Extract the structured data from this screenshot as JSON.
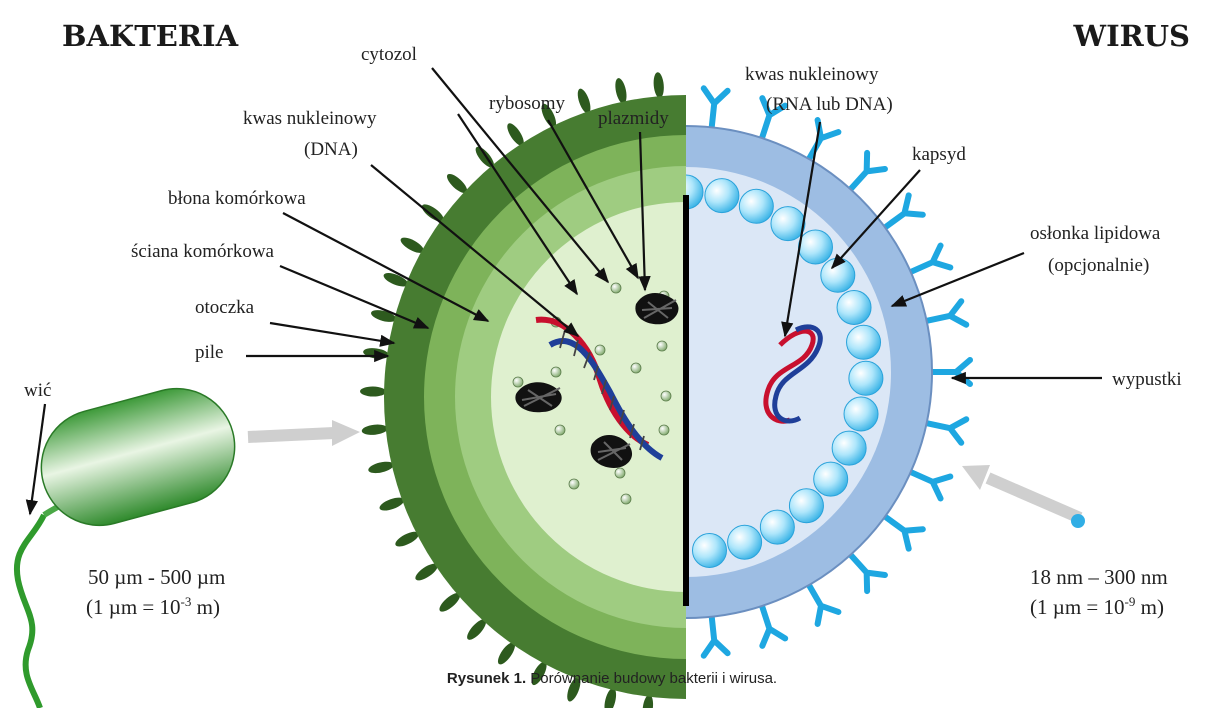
{
  "titles": {
    "left": "BAKTERIA",
    "right": "WIRUS"
  },
  "bacteria_labels": {
    "cytozol": "cytozol",
    "kwas_line1": "kwas nukleinowy",
    "kwas_line2": "(DNA)",
    "rybosomy": "rybosomy",
    "plazmidy": "plazmidy",
    "blona": "błona komórkowa",
    "sciana": "ściana komórkowa",
    "otoczka": "otoczka",
    "pile": "pile",
    "wic": "wić"
  },
  "virus_labels": {
    "kwas_line1": "kwas nukleinowy",
    "kwas_line2": "(RNA lub DNA)",
    "kapsyd": "kapsyd",
    "oslonka_line1": "osłonka lipidowa",
    "oslonka_line2": "(opcjonalnie)",
    "wypustki": "wypustki"
  },
  "sizes": {
    "bacteria_range": "50 µm - 500 µm",
    "bacteria_unit_prefix": "(1 µm = 10",
    "bacteria_exp": "-3",
    "bacteria_unit_suffix": " m)",
    "virus_range": "18 nm – 300 nm",
    "virus_unit_prefix": "(1 µm = 10",
    "virus_exp": "-9",
    "virus_unit_suffix": " m)"
  },
  "caption": {
    "bold": "Rysunek 1.",
    "text": " Porównanie budowy bakterii i wirusa."
  },
  "colors": {
    "capsule": "#477c31",
    "wall": "#7eb35a",
    "membrane": "#9fcc81",
    "cytosol": "#dff0cf",
    "pili": "#2d5a1e",
    "envelope": "#9dbde3",
    "virus_interior": "#dbe7f6",
    "capsomer": "#6fcdf1",
    "spike": "#1ea7e1",
    "dna_red": "#c8102e",
    "dna_blue": "#1f3f99"
  }
}
